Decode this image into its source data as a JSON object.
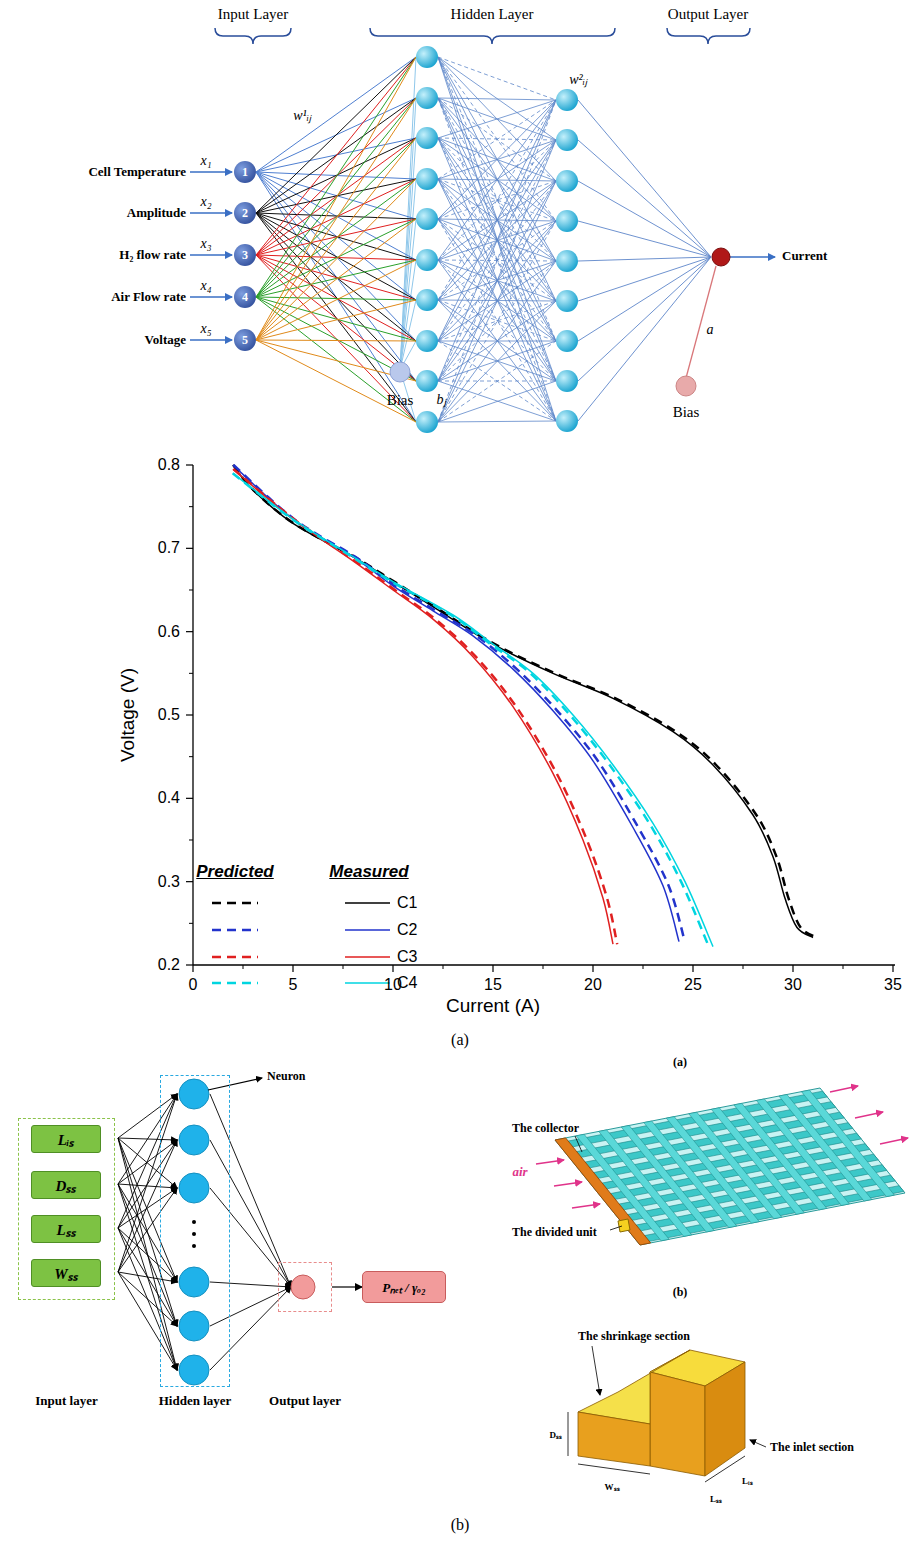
{
  "diagram": {
    "nodes": [
      {
        "text": [
          "1"
        ]
      },
      {
        "text": [
          "2"
        ]
      },
      {
        "text": [
          "3"
        ]
      },
      {
        "text": [
          "4"
        ]
      },
      {
        "text": [
          "5"
        ]
      },
      {
        "text": [
          "Input layer"
        ]
      },
      {
        "text": [
          "Lᵢₛ"
        ],
        "in": 5
      },
      {
        "text": [
          "Dₛₛ"
        ],
        "in": 5
      },
      {
        "text": [
          "Lₛₛ"
        ],
        "in": 5
      },
      {
        "text": [
          "Wₛₛ"
        ],
        "in": 5
      },
      {
        "text": [
          "Hidden layer"
        ]
      },
      {
        "text": [
          "Output layer"
        ]
      },
      {
        "text": [
          "Pₙₑₜ / γₒ₂"
        ]
      }
    ],
    "edges": [
      {
        "from": 11,
        "to": 12,
        "arrow": "to"
      }
    ],
    "labels": [
      "Input Layer",
      "Hidden Layer",
      "Output Layer",
      "Cell Temperature",
      "Amplitude",
      "H₂ flow rate",
      "Air Flow rate",
      "Voltage",
      "x₁",
      "x₂",
      "x₃",
      "x₄",
      "x₅",
      "w¹ᵢⱼ",
      "w²ᵢⱼ",
      "Bias",
      "bⱼ",
      "Bias",
      "a",
      "Current",
      "0.8",
      "0.7",
      "0.6",
      "0.5",
      "0.4",
      "0.3",
      "0.2",
      "0",
      "5",
      "10",
      "15",
      "20",
      "25",
      "30",
      "35",
      "Voltage (V)",
      "Current (A)",
      "Predicted",
      "Measured",
      "(a)",
      "Neuron",
      "(a)",
      "The collector",
      "air",
      "The divided unit",
      "(b)",
      "The shrinkage section",
      "The inlet section",
      "Dₛₛ",
      "Wₛₛ",
      "Lₛₛ",
      "Lᵢₛ",
      "(b)"
    ],
    "legend": [
      {
        "text": "C1"
      },
      {
        "text": "C2"
      },
      {
        "text": "C3"
      },
      {
        "text": "C4"
      }
    ]
  }
}
